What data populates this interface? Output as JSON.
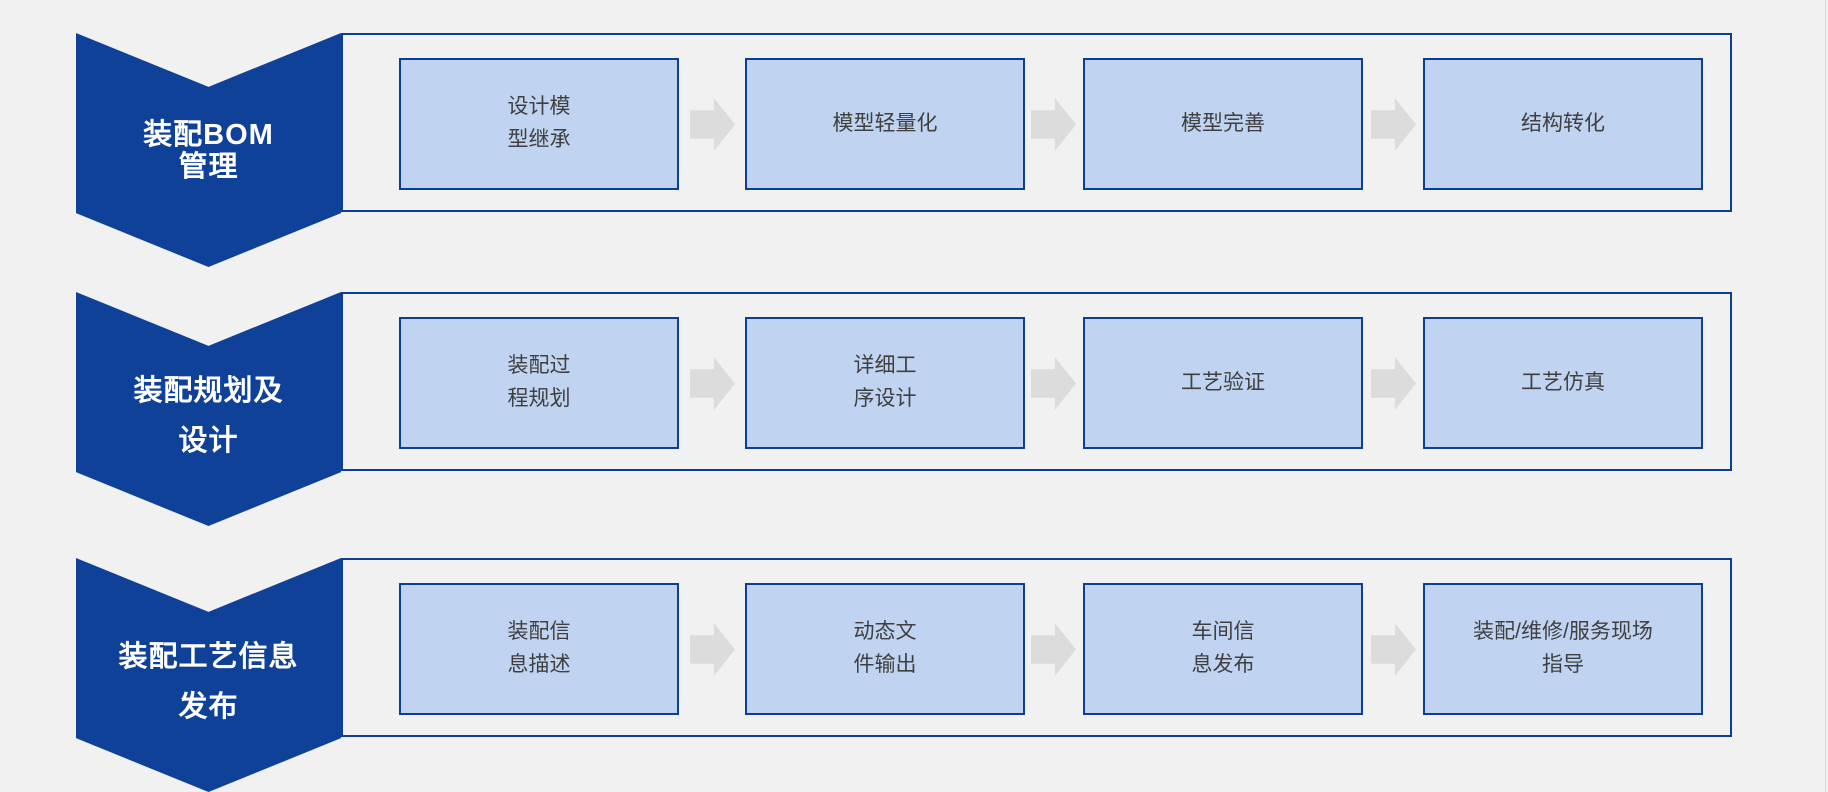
{
  "palette": {
    "chevron_blue": "#0f4199",
    "border_blue": "#0c3f94",
    "box_fill": "#c0d4f1",
    "arrow_gray": "#dcdcdc",
    "box_text": "#3f3f3f",
    "banner_text": "#ffffff",
    "page_bg": "#f1f1f2"
  },
  "rows": [
    {
      "banner": "装配BOM\n管理",
      "steps": [
        {
          "label": "设计模\n型继承"
        },
        {
          "label": "模型轻量化"
        },
        {
          "label": "模型完善"
        },
        {
          "label": "结构转化"
        }
      ]
    },
    {
      "banner": "装配规划及\n设计",
      "steps": [
        {
          "label": "装配过\n程规划"
        },
        {
          "label": "详细工\n序设计"
        },
        {
          "label": "工艺验证"
        },
        {
          "label": "工艺仿真"
        }
      ]
    },
    {
      "banner": "装配工艺信息\n发布",
      "steps": [
        {
          "label": "装配信\n息描述"
        },
        {
          "label": "动态文\n件输出"
        },
        {
          "label": "车间信\n息发布"
        },
        {
          "label": "装配/维修/服务现场\n指导"
        }
      ]
    }
  ]
}
